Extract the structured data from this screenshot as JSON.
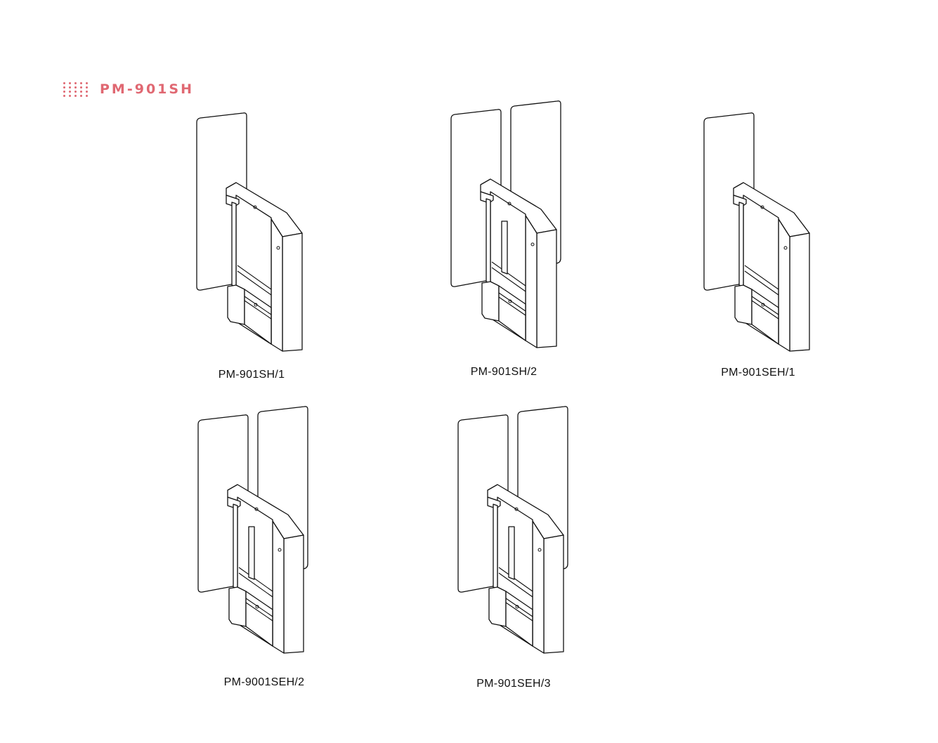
{
  "header": {
    "title": "PM-901SH",
    "accent_color": "#e06872",
    "icon": "dot-grid-icon"
  },
  "products": [
    {
      "label": "PM-901SH/1",
      "panels": 1
    },
    {
      "label": "PM-901SH/2",
      "panels": 2
    },
    {
      "label": "PM-901SEH/1",
      "panels": 1
    },
    {
      "label": "PM-9001SEH/2",
      "panels": 2
    },
    {
      "label": "PM-901SEH/3",
      "panels": 2
    }
  ]
}
